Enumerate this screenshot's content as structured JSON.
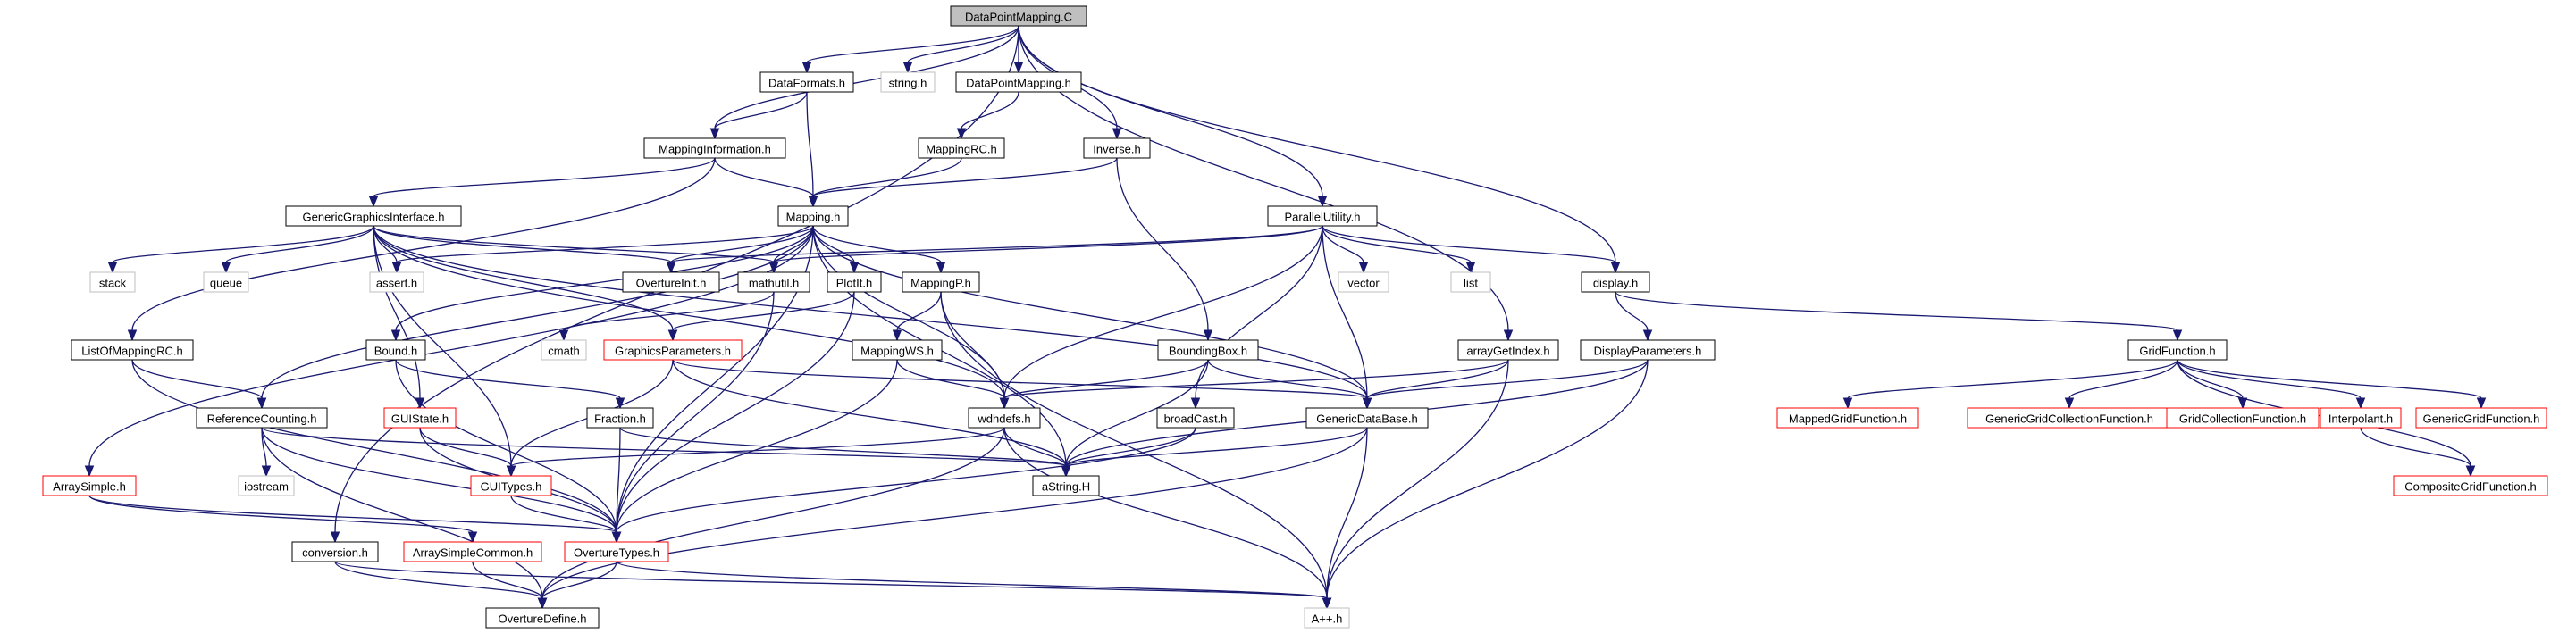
{
  "graph": {
    "nodes": {
      "DataPointMapping_C": "DataPointMapping.C",
      "DataFormats_h": "DataFormats.h",
      "string_h": "string.h",
      "DataPointMapping_h": "DataPointMapping.h",
      "MappingInformation_h": "MappingInformation.h",
      "MappingRC_h": "MappingRC.h",
      "Inverse_h": "Inverse.h",
      "GenericGraphicsInterface_h": "GenericGraphicsInterface.h",
      "Mapping_h": "Mapping.h",
      "ParallelUtility_h": "ParallelUtility.h",
      "stack": "stack",
      "queue": "queue",
      "assert_h": "assert.h",
      "OvertureInit_h": "OvertureInit.h",
      "mathutil_h": "mathutil.h",
      "PlotIt_h": "PlotIt.h",
      "MappingP_h": "MappingP.h",
      "vector": "vector",
      "list": "list",
      "display_h": "display.h",
      "ListOfMappingRC_h": "ListOfMappingRC.h",
      "Bound_h": "Bound.h",
      "cmath": "cmath",
      "GraphicsParameters_h": "GraphicsParameters.h",
      "MappingWS_h": "MappingWS.h",
      "BoundingBox_h": "BoundingBox.h",
      "arrayGetIndex_h": "arrayGetIndex.h",
      "DisplayParameters_h": "DisplayParameters.h",
      "GridFunction_h": "GridFunction.h",
      "ReferenceCounting_h": "ReferenceCounting.h",
      "GUIState_h": "GUIState.h",
      "Fraction_h": "Fraction.h",
      "wdhdefs_h": "wdhdefs.h",
      "broadCast_h": "broadCast.h",
      "GenericDataBase_h": "GenericDataBase.h",
      "MappedGridFunction_h": "MappedGridFunction.h",
      "GenericGridCollectionFunction_h": "GenericGridCollectionFunction.h",
      "GridCollectionFunction_h": "GridCollectionFunction.h",
      "Interpolant_h": "Interpolant.h",
      "GenericGridFunction_h": "GenericGridFunction.h",
      "ArraySimple_h": "ArraySimple.h",
      "iostream": "iostream",
      "GUITypes_h": "GUITypes.h",
      "aString_H": "aString.H",
      "CompositeGridFunction_h": "CompositeGridFunction.h",
      "conversion_h": "conversion.h",
      "ArraySimpleCommon_h": "ArraySimpleCommon.h",
      "OvertureTypes_h": "OvertureTypes.h",
      "OvertureDefine_h": "OvertureDefine.h",
      "Appp_h": "A++.h"
    },
    "colors": {
      "edge": "#191970",
      "root_fill": "#bfbfbf",
      "documented_border": "#000000",
      "incomplete_border": "#ff0000",
      "external_border": "#bfbfbf"
    }
  }
}
